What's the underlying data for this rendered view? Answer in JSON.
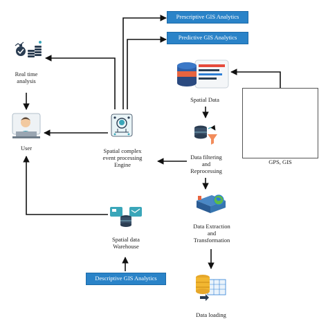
{
  "labels": {
    "real_time_analysis": [
      "Real time",
      "analysis"
    ],
    "user": "User",
    "engine": [
      "Spatial complex",
      "event processing",
      "Engine"
    ],
    "spatial_data": "Spatial Data",
    "data_filtering": [
      "Data filtering",
      "and",
      "Reprocessing"
    ],
    "gps_gis": "GPS, GIS",
    "data_extraction": [
      "Data Extraction",
      "and",
      "Transformation"
    ],
    "spatial_warehouse": [
      "Spatial data",
      "Warehouse"
    ],
    "data_loading": "Data loading"
  },
  "boxes": {
    "prescriptive": "Prescriptive GIS Analytics",
    "predictive": "Predictive GIS Analytics",
    "descriptive": "Descriptive GIS Analytics"
  },
  "colors": {
    "box_fill": "#2a83c8",
    "arrow": "#111111",
    "icon_dark": "#2b3d52",
    "icon_teal": "#3aa6b9",
    "icon_blue": "#2d7fd6"
  }
}
